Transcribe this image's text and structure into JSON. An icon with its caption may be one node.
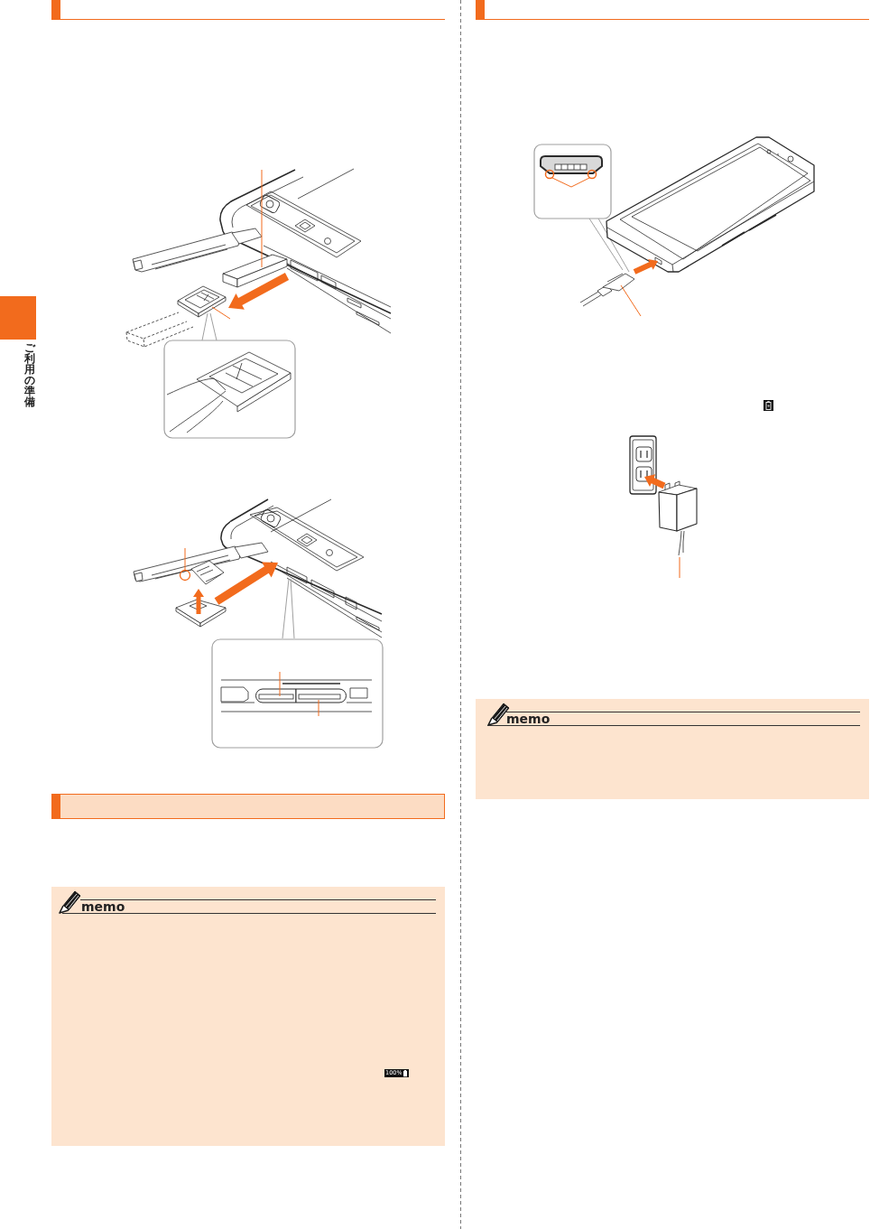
{
  "diagram": {
    "nodes": [
      {
        "text": [
          "memo"
        ]
      },
      {
        "text": [
          "memo"
        ]
      }
    ],
    "labels": [
      "ご利用の準備",
      "100%"
    ]
  }
}
